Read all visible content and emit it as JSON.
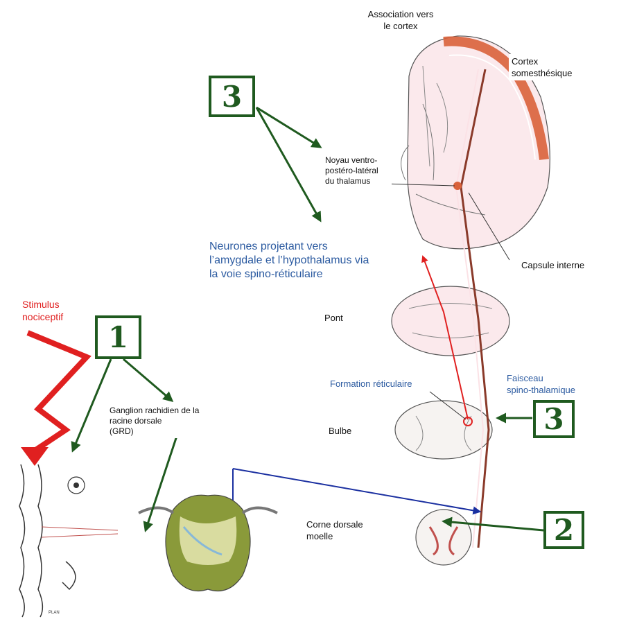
{
  "labels": {
    "association": "Association vers\nle cortex",
    "cortex": "Cortex\nsomesthésique",
    "noyau": "Noyau ventro-\npostéro-latéral\ndu thalamus",
    "neurones": "Neurones projetant vers\nl’amygdale et l’hypothalamus via\nla voie spino-réticulaire",
    "capsule": "Capsule interne",
    "stimulus": "Stimulus\nnociceptif",
    "pont": "Pont",
    "formation": "Formation réticulaire",
    "faisceau": "Faisceau\nspino-thalamique",
    "ganglion": "Ganglion rachidien de la\nracine dorsale\n(GRD)",
    "bulbe": "Bulbe",
    "corne": "Corne dorsale\nmoelle"
  },
  "numbers": {
    "top": "3",
    "left": "1",
    "right": "3",
    "bottom": "2"
  },
  "colors": {
    "green_arrow": "#1f5a1f",
    "red_stimulus": "#e02020",
    "blue_line": "#1a2fa0",
    "cortex_orange": "#d9623b",
    "tract_brown": "#8a3a2a",
    "spinal_olive": "#8a9a3a"
  }
}
